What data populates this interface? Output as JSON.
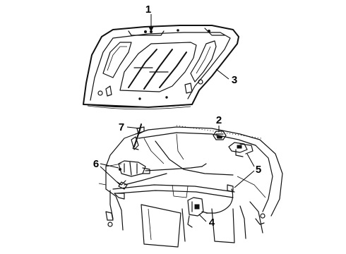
{
  "figure": {
    "callouts": [
      {
        "id": "hood",
        "label": "1"
      },
      {
        "id": "hood-bumper",
        "label": "2"
      },
      {
        "id": "hood-insulator",
        "label": "3"
      },
      {
        "id": "hood-latch",
        "label": "4"
      },
      {
        "id": "release-cable",
        "label": "5"
      },
      {
        "id": "release-handle",
        "label": "6"
      },
      {
        "id": "hood-hinge",
        "label": "7"
      }
    ]
  }
}
